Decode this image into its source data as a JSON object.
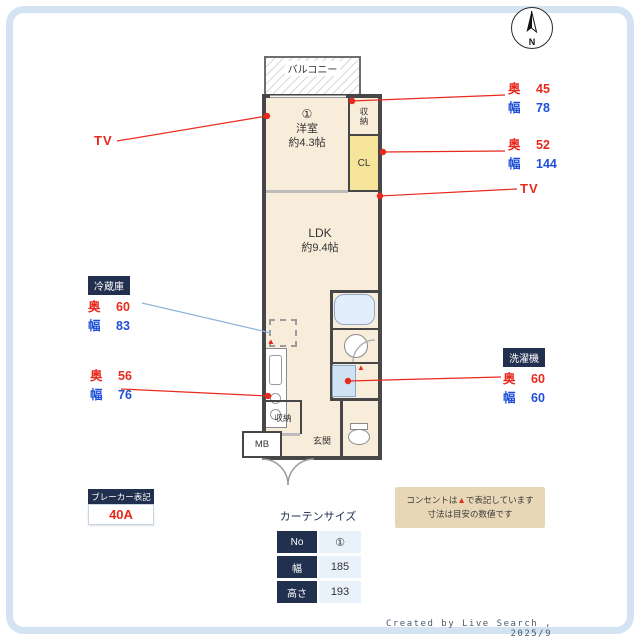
{
  "compass": {
    "n": "N"
  },
  "plan": {
    "balcony_label": "バルコニー",
    "room_number": "①",
    "room_name": "洋室",
    "room_size": "約4.3帖",
    "closet_top_label": "収納",
    "cl_label": "CL",
    "ldk_name": "LDK",
    "ldk_size": "約9.4帖",
    "storage_bottom_label": "収納",
    "entrance_label": "玄関",
    "mb_label": "MB",
    "outlet_marker": "▲"
  },
  "annotations": {
    "tv_left": "TV",
    "tv_right": "TV",
    "closet_dim": {
      "depth_label": "奥",
      "depth_value": "45",
      "width_label": "幅",
      "width_value": "78"
    },
    "cl_dim": {
      "depth_label": "奥",
      "depth_value": "52",
      "width_label": "幅",
      "width_value": "144"
    },
    "fridge": {
      "title": "冷蔵庫",
      "depth_label": "奥",
      "depth_value": "60",
      "width_label": "幅",
      "width_value": "83"
    },
    "kitchen_dim": {
      "depth_label": "奥",
      "depth_value": "56",
      "width_label": "幅",
      "width_value": "76"
    },
    "washer": {
      "title": "洗濯機",
      "depth_label": "奥",
      "depth_value": "60",
      "width_label": "幅",
      "width_value": "60"
    }
  },
  "breaker": {
    "title": "ブレーカー表記",
    "value": "40A"
  },
  "curtain": {
    "title": "カーテンサイズ",
    "rows": [
      {
        "label": "No",
        "value": "①"
      },
      {
        "label": "幅",
        "value": "185"
      },
      {
        "label": "高さ",
        "value": "193"
      }
    ]
  },
  "notes": {
    "line1_pre": "コンセントは",
    "line1_marker": "▲",
    "line1_post": "で表記しています",
    "line2": "寸法は目安の数値です"
  },
  "footer": {
    "credit": "Created by Live Search , 2025/9"
  },
  "colors": {
    "accent_red": "#e8291c",
    "accent_blue": "#1f4fd8",
    "navy": "#22304f",
    "room_cream": "#f8edda",
    "closet_yellow": "#f6e49a"
  }
}
